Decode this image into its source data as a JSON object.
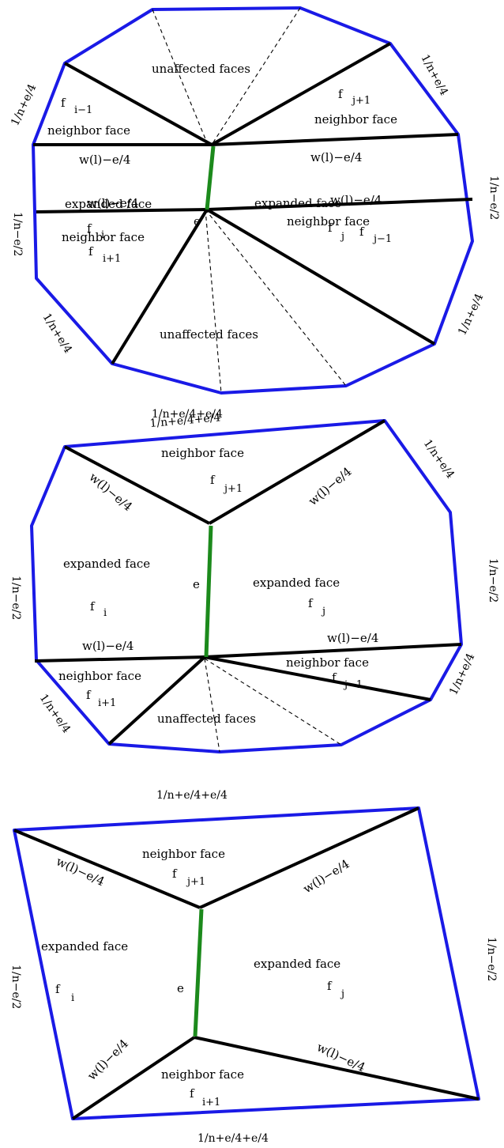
{
  "labels": {
    "unaffected": "unaffected faces",
    "neighbor": "neighbor face",
    "expanded": "expanded face",
    "f": "f",
    "e": "e",
    "w": "w(l)−e/4",
    "n_e4": "1/n+e/4",
    "n_e2": "1/n−e/2",
    "n_e4e4": "1/n+e/4+e/4",
    "sub_i": "i",
    "sub_j": "j",
    "sub_im1": "i−1",
    "sub_jp1": "j+1",
    "sub_jm1": "j−1",
    "sub_ip1": "i+1"
  },
  "colors": {
    "boundary": "#1a1ae6",
    "edges": "#000000",
    "contracted_edge": "#1c8a1c"
  }
}
